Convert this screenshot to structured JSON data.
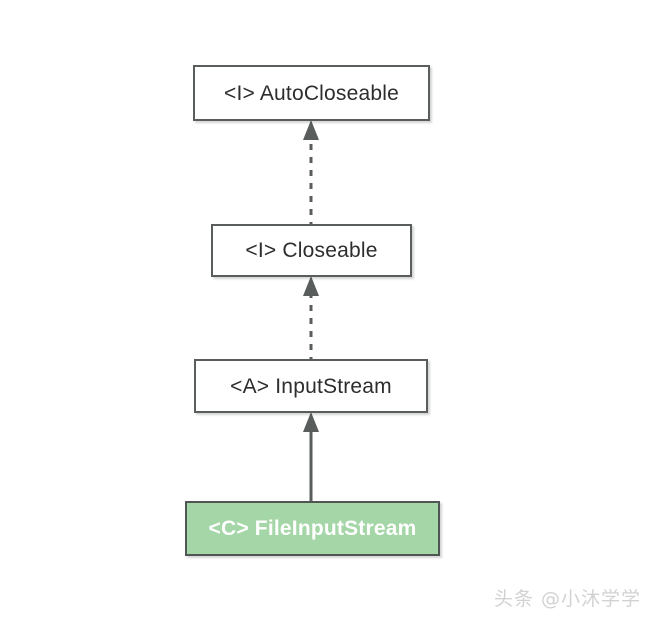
{
  "diagram": {
    "type": "uml-class-hierarchy",
    "background_color": "#ffffff",
    "nodes": [
      {
        "id": "autocloseable",
        "label": "<I> AutoCloseable",
        "stereotype": "I",
        "name": "AutoCloseable",
        "kind": "interface",
        "fill_color": "#ffffff",
        "border_color": "#595e5d",
        "text_color": "#2d2d2d"
      },
      {
        "id": "closeable",
        "label": "<I> Closeable",
        "stereotype": "I",
        "name": "Closeable",
        "kind": "interface",
        "fill_color": "#ffffff",
        "border_color": "#595e5d",
        "text_color": "#2d2d2d"
      },
      {
        "id": "inputstream",
        "label": "<A> InputStream",
        "stereotype": "A",
        "name": "InputStream",
        "kind": "abstract-class",
        "fill_color": "#ffffff",
        "border_color": "#595e5d",
        "text_color": "#2d2d2d"
      },
      {
        "id": "fileinputstream",
        "label": "<C> FileInputStream",
        "stereotype": "C",
        "name": "FileInputStream",
        "kind": "class",
        "fill_color": "#a5d6a7",
        "border_color": "#4f5654",
        "text_color": "#ffffff",
        "highlighted": true
      }
    ],
    "edges": [
      {
        "id": "closeable-autocloseable",
        "from": "closeable",
        "to": "autocloseable",
        "line_style": "dashed",
        "arrowhead": "solid-triangle",
        "relation": "realization",
        "color": "#595e5d"
      },
      {
        "id": "inputstream-closeable",
        "from": "inputstream",
        "to": "closeable",
        "line_style": "dashed",
        "arrowhead": "solid-triangle",
        "relation": "realization",
        "color": "#595e5d"
      },
      {
        "id": "fileinputstream-inputstream",
        "from": "fileinputstream",
        "to": "inputstream",
        "line_style": "solid",
        "arrowhead": "solid-triangle",
        "relation": "generalization",
        "color": "#595e5d"
      }
    ]
  },
  "watermark": {
    "text": "头条 @小沐学学",
    "color": "#d2d2d2"
  }
}
